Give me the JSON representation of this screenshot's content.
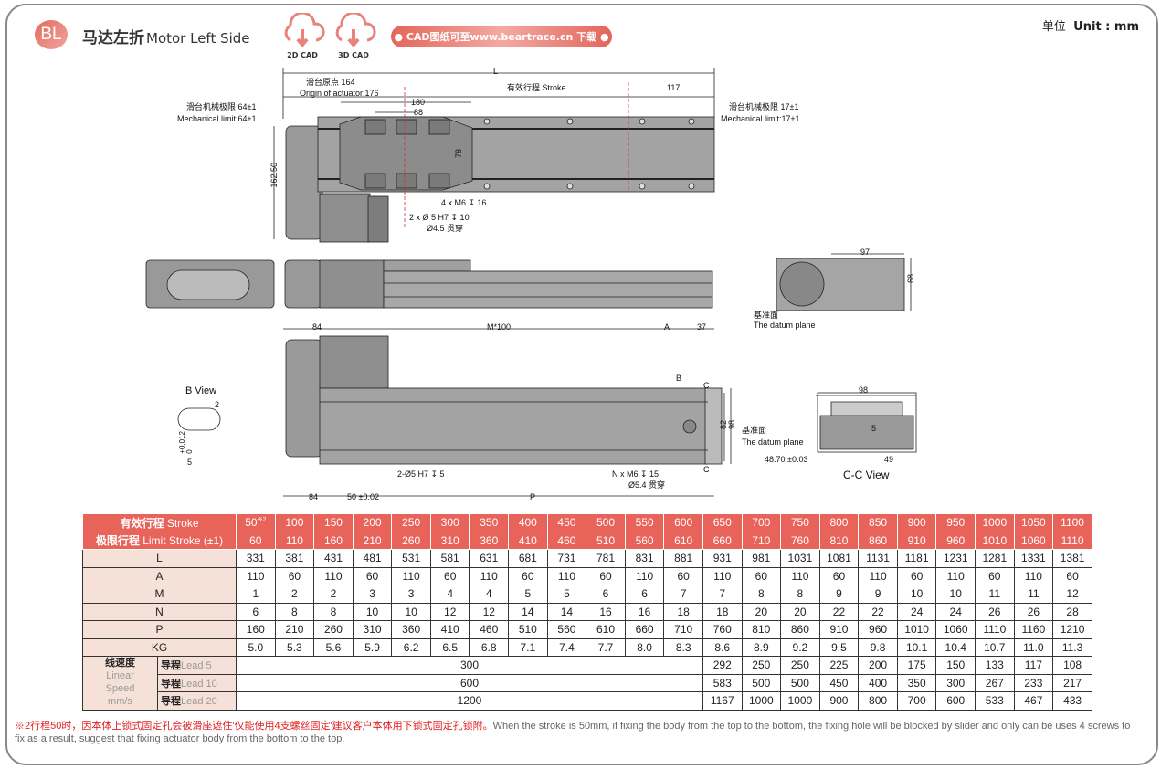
{
  "header": {
    "badge": "BL",
    "title_cn": "马达左折",
    "title_en": "Motor Left Side",
    "cad2d": "2D CAD",
    "cad3d": "3D CAD",
    "download": "● CAD图纸可至www.beartrace.cn 下载 ●",
    "unit_cn": "单位",
    "unit_en": "Unit : mm"
  },
  "top_view": {
    "L": "L",
    "origin_cn": "滑台原点  164",
    "origin_en": "Origin of actuator:176",
    "stroke": "有效行程 Stroke",
    "d117": "117",
    "d180": "180",
    "d88": "88",
    "mech_left_cn": "滑台机械极限 64±1",
    "mech_left_en": "Mechanical limit:64±1",
    "mech_right_cn": "滑台机械极限 17±1",
    "mech_right_en": "Mechanical limit:17±1",
    "h162": "162.50",
    "d78": "78",
    "m6": "4 x M6 ↧ 16",
    "pin": "2 x Ø 5 H7 ↧ 10",
    "thru": "Ø4.5 贯穿"
  },
  "end_view": {
    "d97": "97",
    "d68": "68",
    "datum_cn": "基准面",
    "datum_en": "The datum plane"
  },
  "bottom_view": {
    "d84": "84",
    "m100": "M*100",
    "A": "A",
    "d37": "37",
    "B": "B",
    "C1": "C",
    "C2": "C",
    "d82": "82",
    "d98": "98",
    "datum_cn": "基准面",
    "datum_en": "The datum plane",
    "pin": "2-Ø5 H7 ↧ 5",
    "m6": "N x M6 ↧ 15",
    "thru": "Ø5.4 贯穿",
    "d84b": "84",
    "d50": "50 ±0.02",
    "P": "P"
  },
  "b_view": {
    "title": "B View",
    "d2": "2",
    "tol": "+0.012\n0",
    "d5": "5"
  },
  "cc_view": {
    "d98": "98",
    "d5": "5",
    "d4870": "48.70 ±0.03",
    "d49": "49",
    "title": "C-C View"
  },
  "table": {
    "stroke_label_cn": "有效行程",
    "stroke_label_en": "Stroke",
    "limit_label_cn": "极限行程",
    "limit_label_en": "Limit Stroke (±1)",
    "stroke": [
      "50",
      "100",
      "150",
      "200",
      "250",
      "300",
      "350",
      "400",
      "450",
      "500",
      "550",
      "600",
      "650",
      "700",
      "750",
      "800",
      "850",
      "900",
      "950",
      "1000",
      "1050",
      "1100"
    ],
    "stroke_note": "※2",
    "limit": [
      "60",
      "110",
      "160",
      "210",
      "260",
      "310",
      "360",
      "410",
      "460",
      "510",
      "560",
      "610",
      "660",
      "710",
      "760",
      "810",
      "860",
      "910",
      "960",
      "1010",
      "1060",
      "1110"
    ],
    "rows": [
      {
        "label": "L",
        "values": [
          "331",
          "381",
          "431",
          "481",
          "531",
          "581",
          "631",
          "681",
          "731",
          "781",
          "831",
          "881",
          "931",
          "981",
          "1031",
          "1081",
          "1131",
          "1181",
          "1231",
          "1281",
          "1331",
          "1381"
        ]
      },
      {
        "label": "A",
        "values": [
          "110",
          "60",
          "110",
          "60",
          "110",
          "60",
          "110",
          "60",
          "110",
          "60",
          "110",
          "60",
          "110",
          "60",
          "110",
          "60",
          "110",
          "60",
          "110",
          "60",
          "110",
          "60"
        ]
      },
      {
        "label": "M",
        "values": [
          "1",
          "2",
          "2",
          "3",
          "3",
          "4",
          "4",
          "5",
          "5",
          "6",
          "6",
          "7",
          "7",
          "8",
          "8",
          "9",
          "9",
          "10",
          "10",
          "11",
          "11",
          "12"
        ]
      },
      {
        "label": "N",
        "values": [
          "6",
          "8",
          "8",
          "10",
          "10",
          "12",
          "12",
          "14",
          "14",
          "16",
          "16",
          "18",
          "18",
          "20",
          "20",
          "22",
          "22",
          "24",
          "24",
          "26",
          "26",
          "28"
        ]
      },
      {
        "label": "P",
        "values": [
          "160",
          "210",
          "260",
          "310",
          "360",
          "410",
          "460",
          "510",
          "560",
          "610",
          "660",
          "710",
          "760",
          "810",
          "860",
          "910",
          "960",
          "1010",
          "1060",
          "1110",
          "1160",
          "1210"
        ]
      },
      {
        "label": "KG",
        "values": [
          "5.0",
          "5.3",
          "5.6",
          "5.9",
          "6.2",
          "6.5",
          "6.8",
          "7.1",
          "7.4",
          "7.7",
          "8.0",
          "8.3",
          "8.6",
          "8.9",
          "9.2",
          "9.5",
          "9.8",
          "10.1",
          "10.4",
          "10.7",
          "11.0",
          "11.3"
        ]
      }
    ],
    "speed_label_cn": "线速度",
    "speed_label_en1": "Linear",
    "speed_label_en2": "Speed",
    "speed_label_en3": "mm/s",
    "speed": [
      {
        "lead_cn": "导程",
        "lead_en": "Lead 5",
        "merged": "300",
        "values": [
          "292",
          "250",
          "250",
          "225",
          "200",
          "175",
          "150",
          "133",
          "117",
          "108"
        ]
      },
      {
        "lead_cn": "导程",
        "lead_en": "Lead 10",
        "merged": "600",
        "values": [
          "583",
          "500",
          "500",
          "450",
          "400",
          "350",
          "300",
          "267",
          "233",
          "217"
        ]
      },
      {
        "lead_cn": "导程",
        "lead_en": "Lead 20",
        "merged": "1200",
        "values": [
          "1167",
          "1000",
          "1000",
          "900",
          "800",
          "700",
          "600",
          "533",
          "467",
          "433"
        ]
      }
    ]
  },
  "note": {
    "cn": "※2行程50时，因本体上锁式固定孔会被滑座遮住'仅能使用4支螺丝固定'建议客户本体用下锁式固定孔锁附。",
    "en": "When the stroke is 50mm, if fixing the body from the top to the bottom, the fixing hole will be blocked by slider and only can be uses 4 screws to fix;as a result, suggest that fixing actuator body from the bottom to the top."
  },
  "colors": {
    "accent": "#e8635a",
    "label_bg": "#f6e1d9"
  }
}
